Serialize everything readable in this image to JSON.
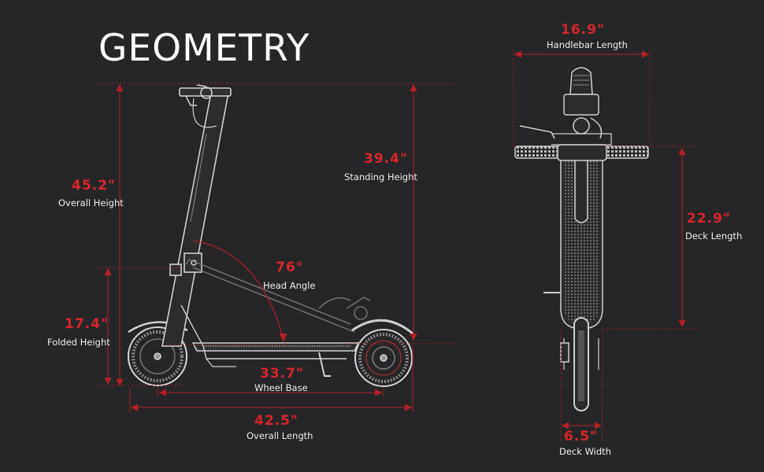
{
  "title": "GEOMETRY",
  "accent_color": "#d7252b",
  "dimensions": {
    "overall_height": {
      "value": "45.2\"",
      "label": "Overall Height"
    },
    "standing_height": {
      "value": "39.4\"",
      "label": "Standing Height"
    },
    "head_angle": {
      "value": "76°",
      "label": "Head Angle"
    },
    "folded_height": {
      "value": "17.4\"",
      "label": "Folded Height"
    },
    "wheel_base": {
      "value": "33.7\"",
      "label": "Wheel Base"
    },
    "overall_length": {
      "value": "42.5\"",
      "label": "Overall Length"
    },
    "handlebar_length": {
      "value": "16.9\"",
      "label": "Handlebar Length"
    },
    "deck_length": {
      "value": "22.9\"",
      "label": "Deck Length"
    },
    "deck_width": {
      "value": "6.5\"",
      "label": "Deck Width"
    }
  }
}
